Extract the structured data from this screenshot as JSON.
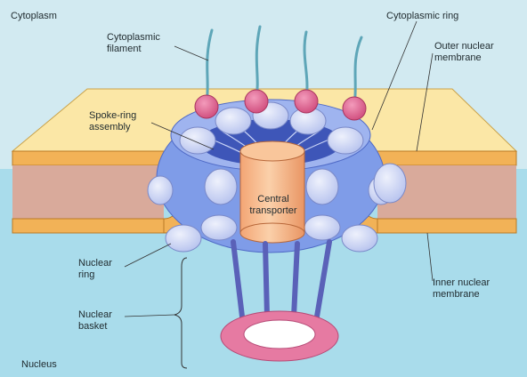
{
  "regions": {
    "cytoplasm": "Cytoplasm",
    "nucleus": "Nucleus"
  },
  "labels": {
    "cytoplasmic_filament": "Cytoplasmic\nfilament",
    "cytoplasmic_ring": "Cytoplasmic ring",
    "outer_nuclear_membrane": "Outer nuclear\nmembrane",
    "spoke_ring_assembly": "Spoke-ring\nassembly",
    "central_transporter": "Central\ntransporter",
    "nuclear_ring": "Nuclear\nring",
    "nuclear_basket": "Nuclear\nbasket",
    "inner_nuclear_membrane": "Inner nuclear\nmembrane"
  },
  "colors": {
    "cytoplasm_bg": "#d2eaf1",
    "nucleus_bg": "#a9dceb",
    "membrane_top": "#fbe7a6",
    "membrane_orange": "#f2b257",
    "lumen": "#d9aa9b",
    "spoke_blue": "#7f9ce8",
    "spoke_light": "#c3cdf3",
    "filament_cap": "#dd5c8a",
    "transporter": "#f7b98a",
    "basket_ring": "#e67aa2",
    "basket_rod": "#5a61b8"
  }
}
